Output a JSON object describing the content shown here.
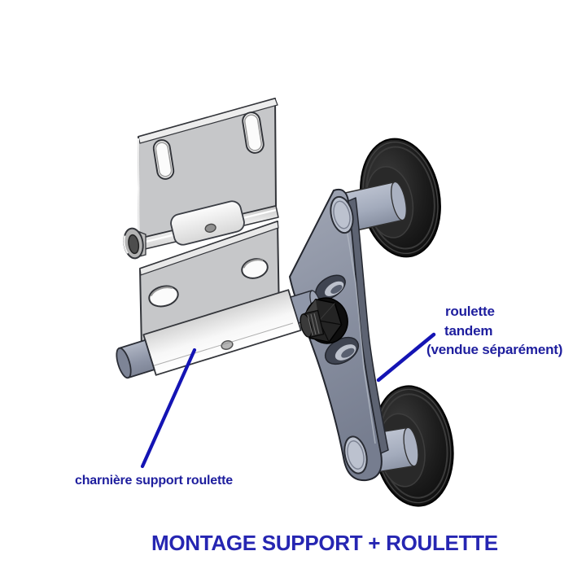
{
  "theme": {
    "background": "#ffffff",
    "label_color": "#1e1e9e",
    "title_color": "#2626b2",
    "leader_color": "#1414b4",
    "tire_color": "#161616",
    "steel_blue": "#8d93a4",
    "plate_gray": "#c6c7c9"
  },
  "labels": {
    "roulette_line1": "roulette",
    "roulette_line2": "tandem",
    "roulette_line3": "(vendue séparément)",
    "hinge_label": "charnière support roulette",
    "title": "MONTAGE SUPPORT + ROULETTE"
  }
}
